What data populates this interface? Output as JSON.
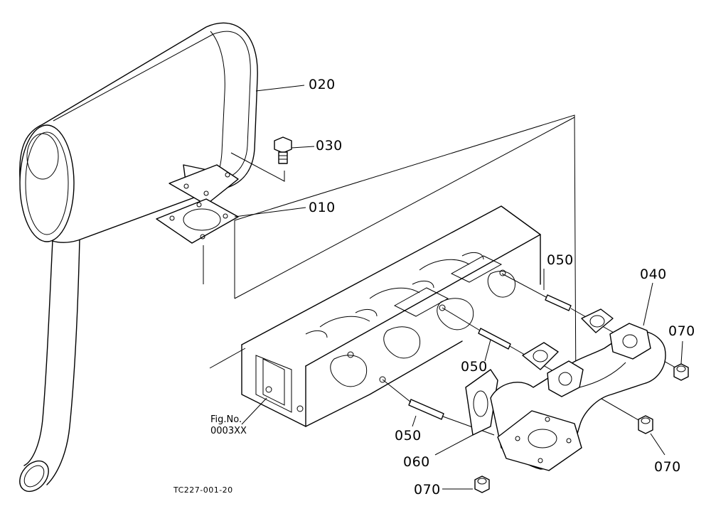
{
  "parts": [
    {
      "id": "p010",
      "label": "010"
    },
    {
      "id": "p020",
      "label": "020"
    },
    {
      "id": "p030",
      "label": "030"
    },
    {
      "id": "p040",
      "label": "040"
    },
    {
      "id": "p050a",
      "label": "050"
    },
    {
      "id": "p050b",
      "label": "050"
    },
    {
      "id": "p050c",
      "label": "050"
    },
    {
      "id": "p060",
      "label": "060"
    },
    {
      "id": "p070a",
      "label": "070"
    },
    {
      "id": "p070b",
      "label": "070"
    },
    {
      "id": "p070c",
      "label": "070"
    }
  ],
  "figure_ref": {
    "line1": "Fig.No.",
    "line2": "0003XX"
  },
  "drawing_code": "TC227-001-20"
}
